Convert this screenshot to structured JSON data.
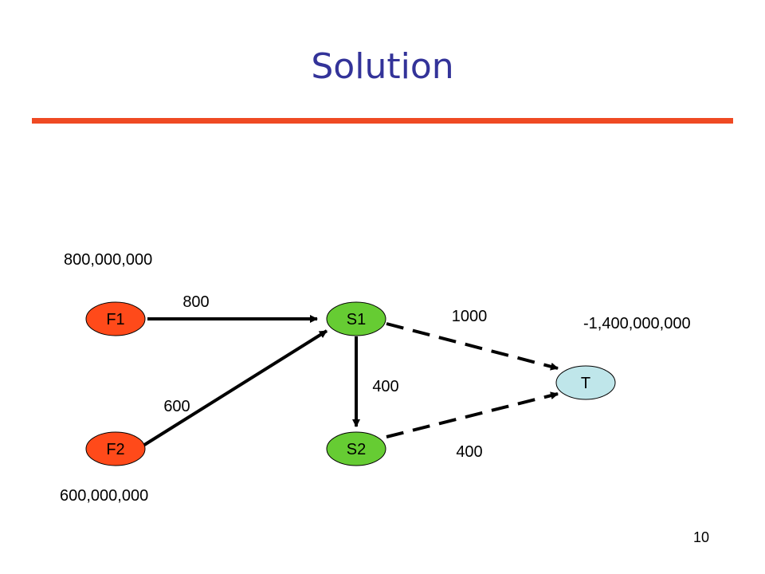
{
  "slide": {
    "title": "Solution",
    "page_number": "10",
    "accent_color": "#ef4a23"
  },
  "nodes": [
    {
      "id": "F1",
      "label": "F1",
      "color": "#ff4a1a"
    },
    {
      "id": "F2",
      "label": "F2",
      "color": "#ff4a1a"
    },
    {
      "id": "S1",
      "label": "S1",
      "color": "#66cc33"
    },
    {
      "id": "S2",
      "label": "S2",
      "color": "#66cc33"
    },
    {
      "id": "T",
      "label": "T",
      "color": "#bfe6ea"
    }
  ],
  "edges": [
    {
      "from": "F1",
      "to": "S1",
      "label": "800",
      "style": "solid"
    },
    {
      "from": "F2",
      "to": "S1",
      "label": "600",
      "style": "solid"
    },
    {
      "from": "S1",
      "to": "S2",
      "label": "400",
      "style": "solid"
    },
    {
      "from": "S1",
      "to": "T",
      "label": "1000",
      "style": "dashed"
    },
    {
      "from": "S2",
      "to": "T",
      "label": "400",
      "style": "dashed"
    }
  ],
  "supplies": {
    "F1": "800,000,000",
    "F2": "600,000,000",
    "T": "-1,400,000,000"
  }
}
